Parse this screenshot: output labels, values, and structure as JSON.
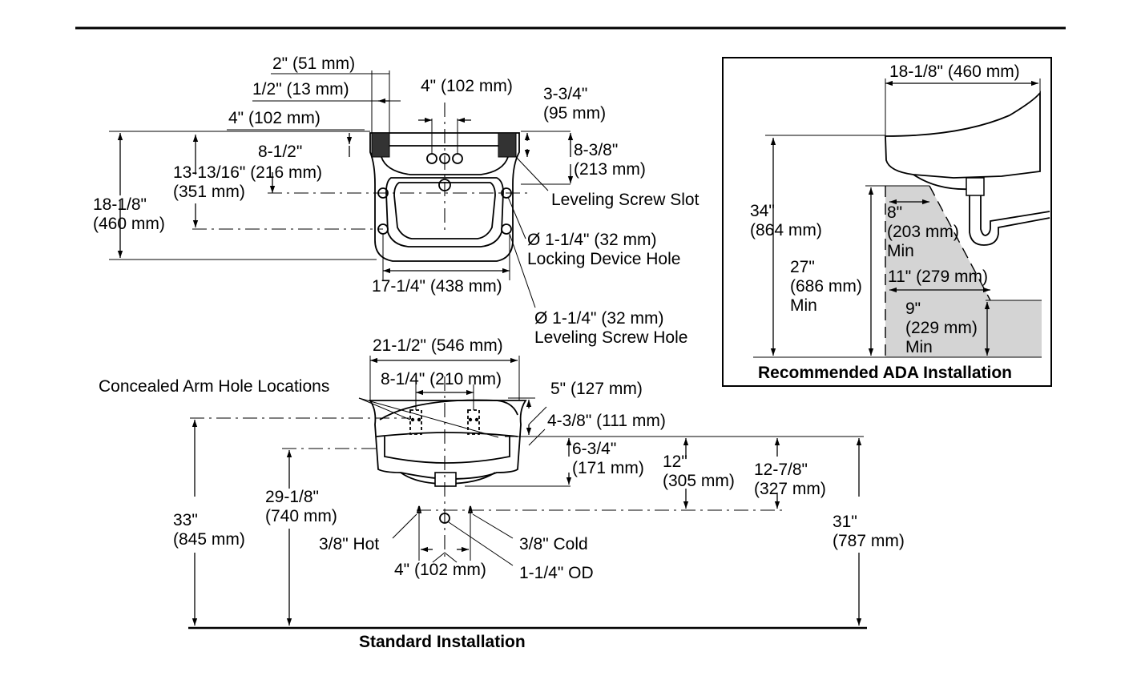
{
  "top_view": {
    "dim_2in": "2\" (51 mm)",
    "dim_half_in": "1/2\" (13 mm)",
    "dim_4in_left": "4\" (102 mm)",
    "dim_4in_top": "4\" (102 mm)",
    "dim_3_3_4_line1": "3-3/4\"",
    "dim_3_3_4_line2": "(95 mm)",
    "dim_8_1_2": "8-1/2\"",
    "dim_13_13_16_line1": "13-13/16\" (216 mm)",
    "dim_13_13_16_line2": "(351 mm)",
    "dim_8_3_8_line1": "8-3/8\"",
    "dim_8_3_8_line2": "(213 mm)",
    "dim_18_1_8_line1": "18-1/8\"",
    "dim_18_1_8_line2": "(460 mm)",
    "leveling_screw_slot": "Leveling Screw Slot",
    "locking_hole_line1": "Ø 1-1/4\" (32 mm)",
    "locking_hole_line2": "Locking Device Hole",
    "dim_17_1_4": "17-1/4\" (438 mm)",
    "leveling_hole_line1": "Ø 1-1/4\" (32 mm)",
    "leveling_hole_line2": "Leveling Screw Hole"
  },
  "front_view": {
    "dim_21_1_2": "21-1/2\" (546 mm)",
    "dim_8_1_4": "8-1/4\" (210 mm)",
    "concealed_arm": "Concealed Arm Hole Locations",
    "dim_5in": "5\" (127 mm)",
    "dim_4_3_8": "4-3/8\" (111 mm)",
    "dim_6_3_4_line1": "6-3/4\"",
    "dim_6_3_4_line2": "(171 mm)",
    "dim_12_line1": "12\"",
    "dim_12_line2": "(305 mm)",
    "dim_12_7_8_line1": "12-7/8\"",
    "dim_12_7_8_line2": "(327 mm)",
    "dim_29_1_8_line1": "29-1/8\"",
    "dim_29_1_8_line2": "(740 mm)",
    "dim_33_line1": "33\"",
    "dim_33_line2": "(845 mm)",
    "dim_31_line1": "31\"",
    "dim_31_line2": "(787 mm)",
    "hot": "3/8\" Hot",
    "cold": "3/8\" Cold",
    "dim_4in_bottom": "4\" (102 mm)",
    "od": "1-1/4\" OD",
    "caption": "Standard Installation"
  },
  "ada_view": {
    "dim_18_1_8": "18-1/8\" (460 mm)",
    "dim_34_line1": "34\"",
    "dim_34_line2": "(864 mm)",
    "dim_8_line1": "8\"",
    "dim_8_line2": "(203 mm)",
    "dim_8_line3": "Min",
    "dim_27_line1": "27\"",
    "dim_27_line2": "(686 mm)",
    "dim_27_line3": "Min",
    "dim_11": "11\" (279 mm)",
    "dim_9_line1": "9\"",
    "dim_9_line2": "(229 mm)",
    "dim_9_line3": "Min",
    "caption": "Recommended ADA Installation"
  },
  "colors": {
    "line": "#000000",
    "clearance_fill": "#d4d4d4",
    "background": "#ffffff"
  }
}
